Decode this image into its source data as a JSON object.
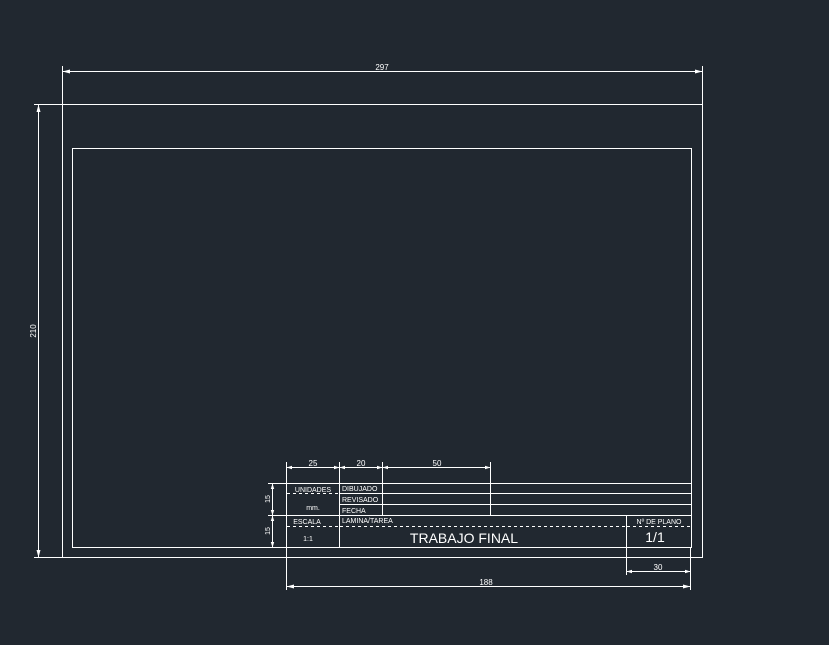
{
  "drawing": {
    "dimensions": {
      "sheet_width": "297",
      "sheet_height": "210",
      "col_unidades": "25",
      "col_dibujado": "20",
      "col_name": "50",
      "row_top": "15",
      "row_bottom": "15",
      "plano_width": "30",
      "block_width": "188"
    },
    "title_block": {
      "unidades_label": "UNIDADES",
      "unidades_value": "mm.",
      "dibujado_label": "DIBUJADO",
      "revisado_label": "REVISADO",
      "fecha_label": "FECHA",
      "escala_label": "ESCALA",
      "escala_value": "1:1",
      "lamina_label": "LAMINA/TAREA",
      "lamina_value": "TRABAJO FINAL",
      "plano_label": "Nº DE PLANO",
      "plano_value": "1/1"
    }
  }
}
